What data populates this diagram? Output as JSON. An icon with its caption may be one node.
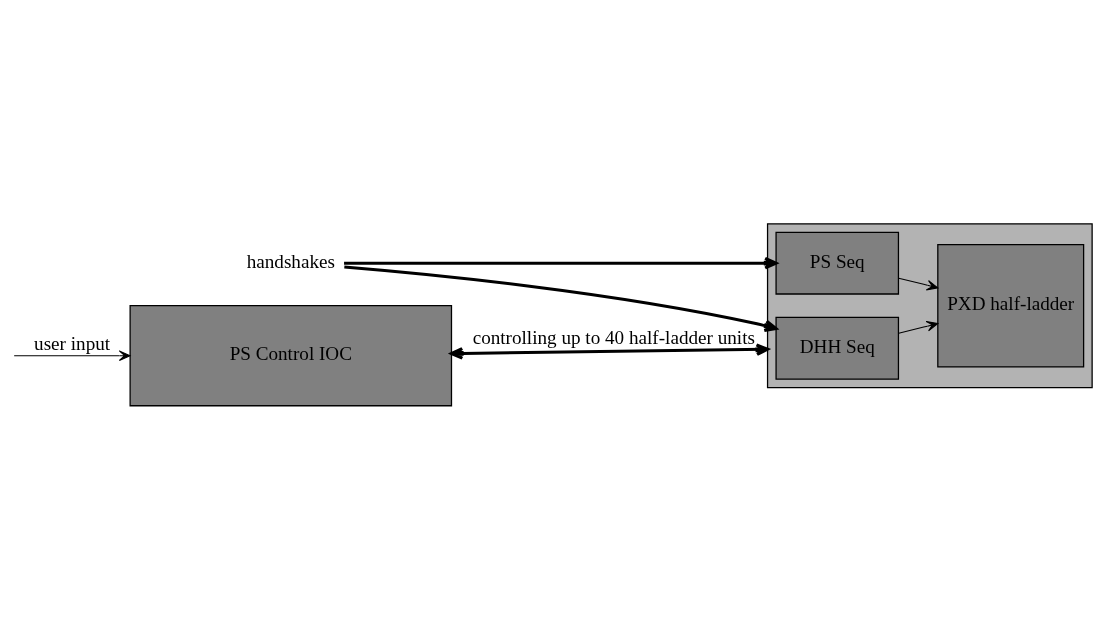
{
  "diagram": {
    "nodes": [
      {
        "text": [
          "PS Control IOC"
        ]
      },
      {
        "text": [],
        "shape": "box"
      },
      {
        "text": [
          "DHH Seq"
        ],
        "in": 1
      },
      {
        "text": [
          "PS Seq"
        ],
        "in": 1
      },
      {
        "text": [
          "PXD half-ladder"
        ],
        "in": 1
      },
      {
        "text": [
          "handshakes"
        ]
      }
    ],
    "edges": [
      {
        "from": null,
        "to": 0,
        "arrow": "to",
        "label": "user input"
      },
      {
        "from": 0,
        "to": 1,
        "arrow": "both",
        "style": "thick",
        "label": "controlling up to 40 half-ladder units"
      },
      {
        "from": 5,
        "to": 2,
        "arrow": "to",
        "style": "thick"
      },
      {
        "from": 5,
        "to": 3,
        "arrow": "to",
        "style": "thick"
      },
      {
        "from": 2,
        "to": 4,
        "arrow": "to"
      },
      {
        "from": 3,
        "to": 4,
        "arrow": "to"
      }
    ]
  }
}
